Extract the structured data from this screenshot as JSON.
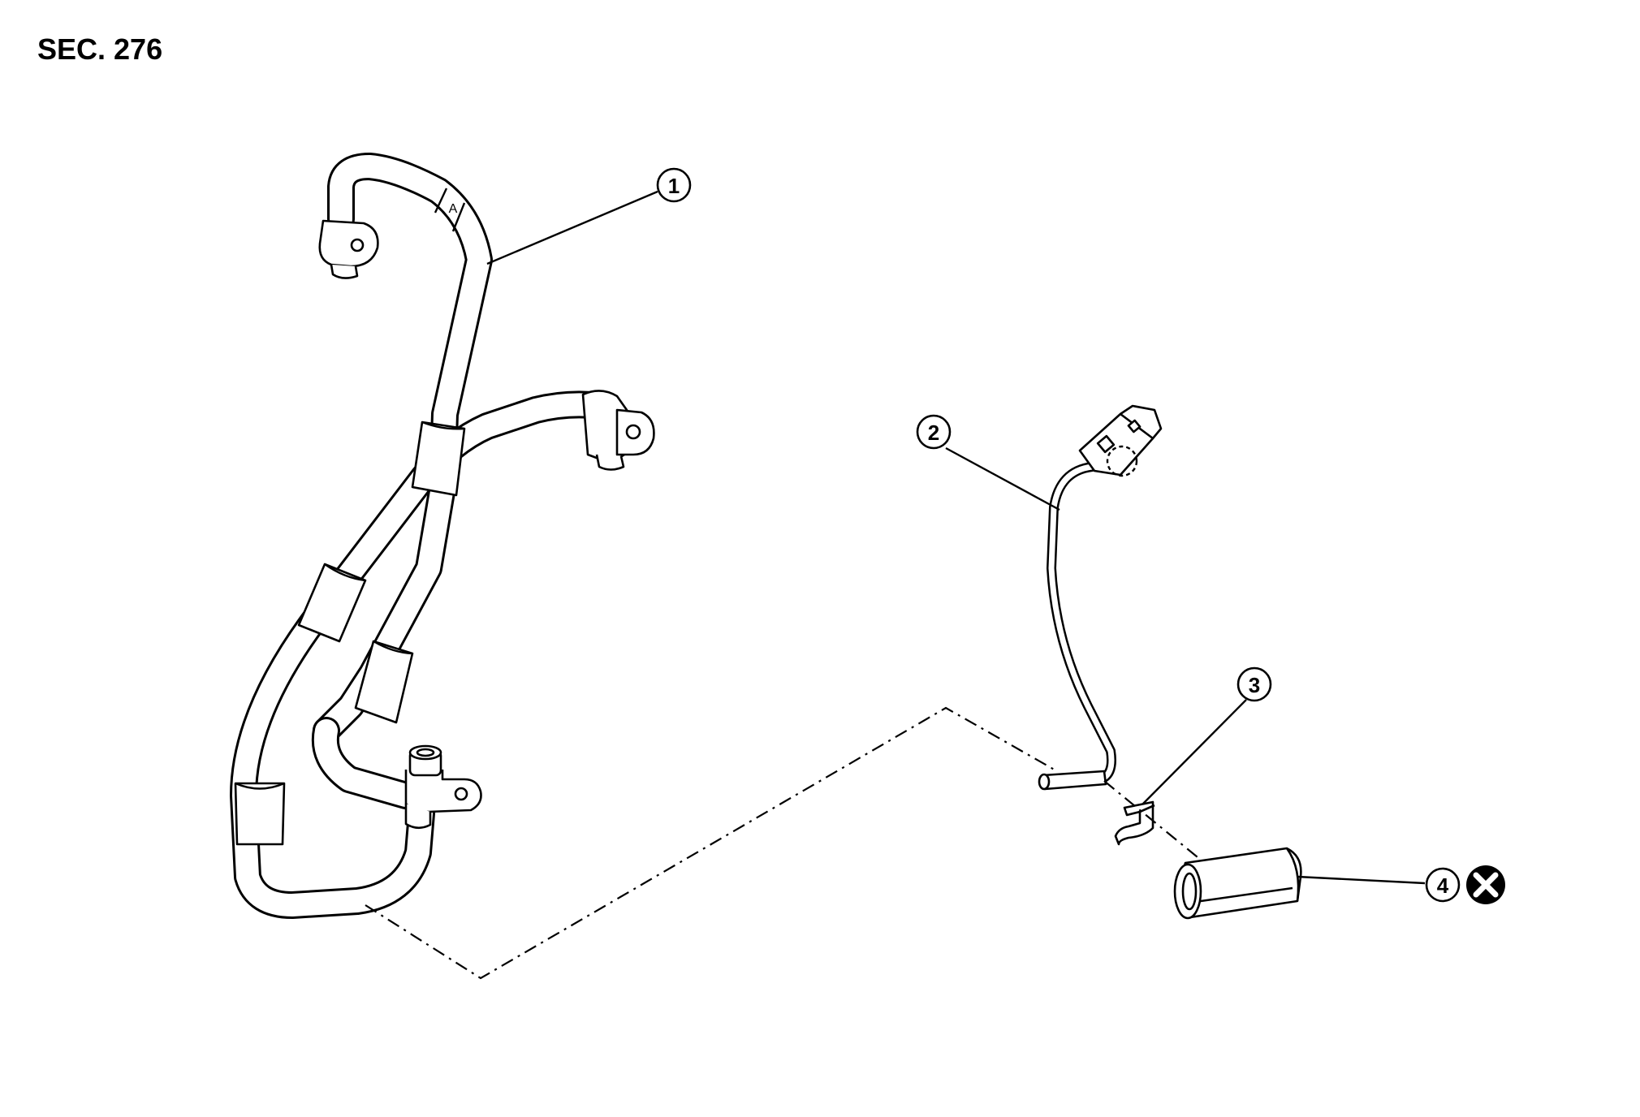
{
  "section_label": "SEC. 276",
  "pipe_marking": "A",
  "callouts": [
    {
      "id": "callout-1",
      "number": "1",
      "glyph": "①"
    },
    {
      "id": "callout-2",
      "number": "2",
      "glyph": "②"
    },
    {
      "id": "callout-3",
      "number": "3",
      "glyph": "③"
    },
    {
      "id": "callout-4",
      "number": "4",
      "glyph": "④"
    }
  ],
  "symbols": {
    "do_not_reuse": "do-not-reuse-icon"
  },
  "colors": {
    "line": "#000000",
    "background": "#ffffff"
  }
}
